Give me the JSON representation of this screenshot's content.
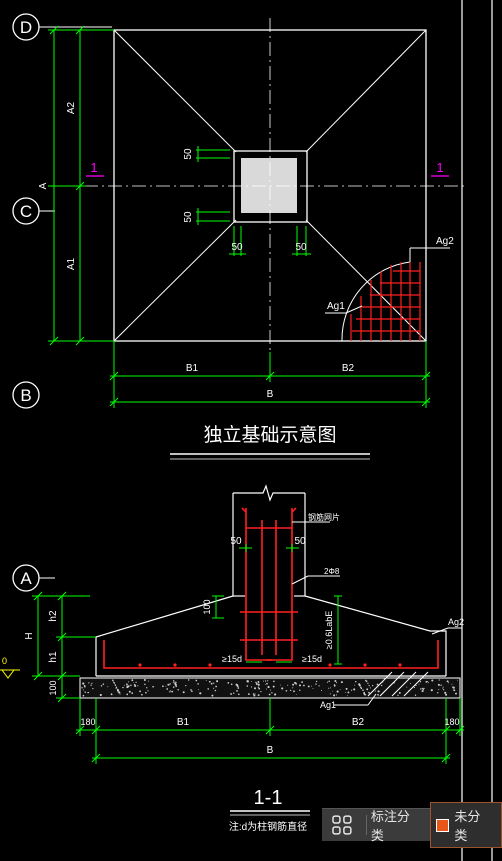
{
  "axes": {
    "d": "D",
    "c": "C",
    "b": "B",
    "a": "A"
  },
  "plan": {
    "dim_A": "A",
    "dim_A1": "A1",
    "dim_A2": "A2",
    "dim_B": "B",
    "dim_B1": "B1",
    "dim_B2": "B2",
    "dim_50": "50",
    "section_mark": "1",
    "ag1": "Ag1",
    "ag2": "Ag2",
    "title": "独立基础示意图"
  },
  "section": {
    "column_rebar": "钢筋网片",
    "dim_50": "50",
    "dim_100": "100",
    "dim_h1": "h1",
    "dim_h2": "h2",
    "dim_H": "H",
    "stirrup": "2Φ8",
    "anchor": "≥0.6LabE",
    "hook": "≥15d",
    "ag1": "Ag1",
    "ag2": "Ag2",
    "dim_180": "180",
    "dim_100_bottom": "100",
    "dim_B1": "B1",
    "dim_B2": "B2",
    "dim_B": "B",
    "elev": "0",
    "title": "1-1",
    "note": "注:d为柱钢筋直径"
  },
  "legend": {
    "label": "标注分类",
    "unclassified": "未分类",
    "swatch_color": "#e8561a"
  },
  "colors": {
    "line": "#ffffff",
    "dim": "#00ff00",
    "rebar": "#ff2020",
    "axis": "#ffffff",
    "magenta": "#ff00ff",
    "yellow": "#ffff00"
  }
}
